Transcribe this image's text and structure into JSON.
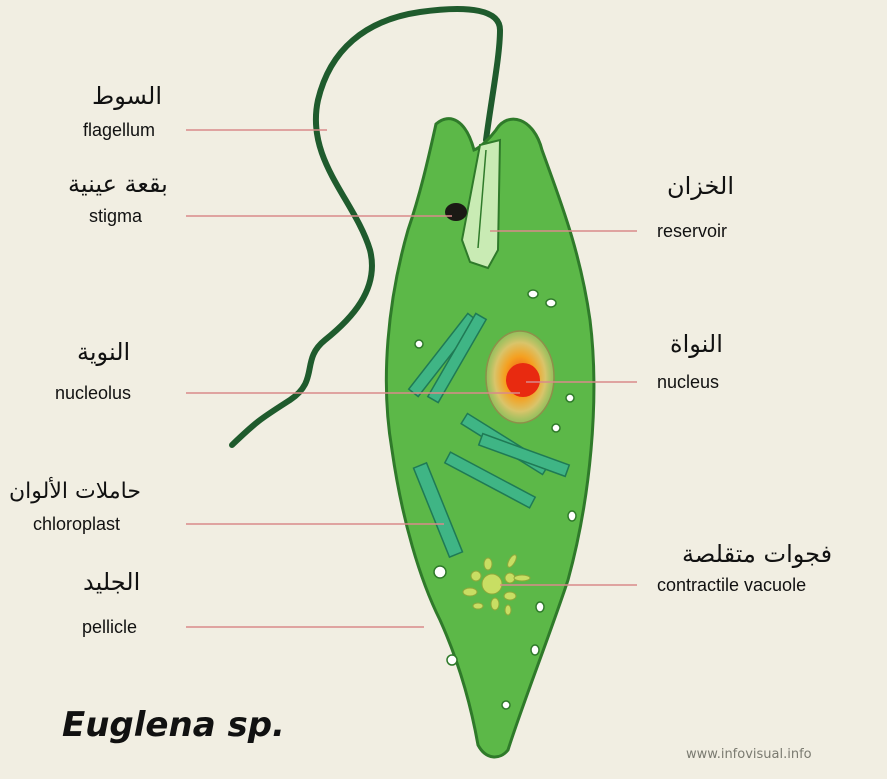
{
  "title": "Euglena sp.",
  "watermark": "www.infovisual.info",
  "labels": {
    "flagellum": {
      "ar": "السوط",
      "en": "flagellum"
    },
    "stigma": {
      "ar": "بقعة عينية",
      "en": "stigma"
    },
    "reservoir": {
      "ar": "الخزان",
      "en": "reservoir"
    },
    "nucleolus": {
      "ar": "النوية",
      "en": "nucleolus"
    },
    "nucleus": {
      "ar": "النواة",
      "en": "nucleus"
    },
    "chloroplast": {
      "ar": "حاملات الألوان",
      "en": "chloroplast"
    },
    "contractile_vacuole": {
      "ar": "فجوات متقلصة",
      "en": "contractile vacuole"
    },
    "pellicle": {
      "ar": "الجليد",
      "en": "pellicle"
    }
  },
  "colors": {
    "background": "#f1eee2",
    "cell_body": "#5cb848",
    "cell_outline": "#2f7a2a",
    "flagellum": "#1f5b2d",
    "chloroplast": "#3fb585",
    "nucleolus": "#e82a10",
    "leader_line": "#d98a8a"
  }
}
